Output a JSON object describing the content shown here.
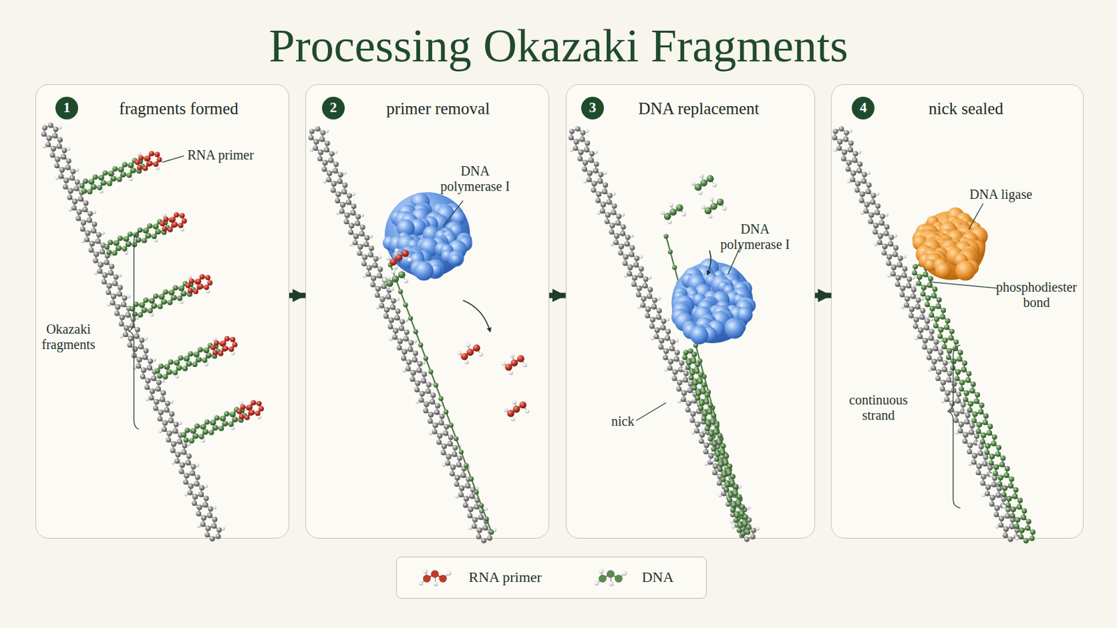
{
  "diagram": {
    "title": "Processing Okazaki Fragments",
    "nodes": [
      {
        "text": [
          "fragments formed"
        ]
      },
      {
        "text": [
          "1"
        ],
        "in": 0
      },
      {
        "text": [
          "primer removal"
        ]
      },
      {
        "text": [
          "2"
        ],
        "in": 2
      },
      {
        "text": [
          "DNA replacement"
        ]
      },
      {
        "text": [
          "3"
        ],
        "in": 4
      },
      {
        "text": [
          "nick sealed"
        ]
      },
      {
        "text": [
          "4"
        ],
        "in": 6
      }
    ],
    "edges": [
      {
        "from": 0,
        "to": 2,
        "arrow": "to"
      },
      {
        "from": 2,
        "to": 4,
        "arrow": "to"
      },
      {
        "from": 4,
        "to": 6,
        "arrow": "to"
      }
    ],
    "labels": [
      "RNA primer",
      "Okazaki fragments",
      "DNA polymerase I",
      "DNA polymerase I",
      "nick",
      "DNA ligase",
      "phosphodiester bond",
      "continuous strand"
    ],
    "legend": [
      {
        "text": "RNA primer",
        "color": "#c0392b"
      },
      {
        "text": "DNA",
        "color": "#5b8a4f"
      }
    ]
  }
}
